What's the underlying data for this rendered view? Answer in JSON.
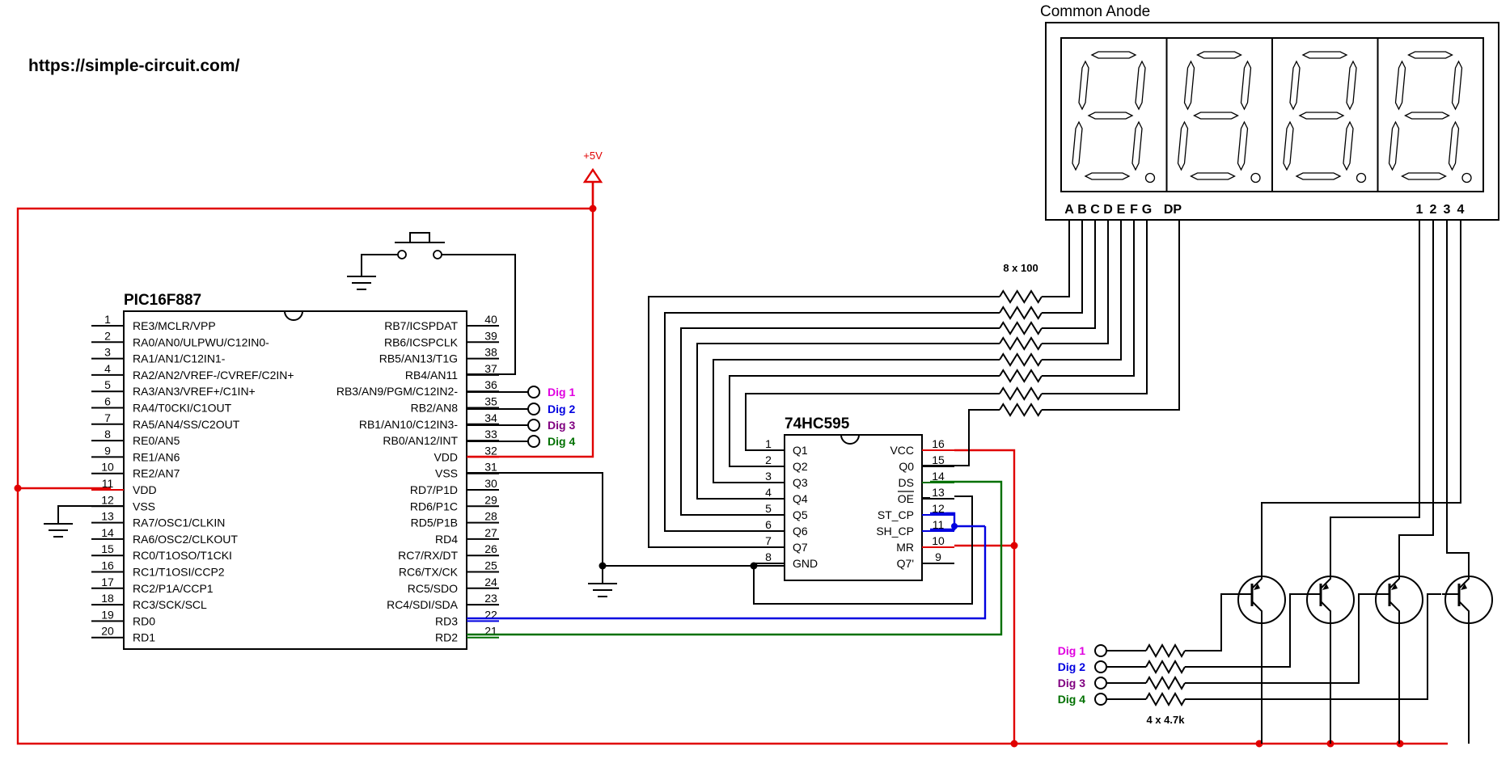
{
  "url_text": "https://simple-circuit.com/",
  "supply_label": "+5V",
  "mcu": {
    "name": "PIC16F887",
    "left_pins": [
      {
        "num": "1",
        "name": "RE3/MCLR/VPP"
      },
      {
        "num": "2",
        "name": "RA0/AN0/ULPWU/C12IN0-"
      },
      {
        "num": "3",
        "name": "RA1/AN1/C12IN1-"
      },
      {
        "num": "4",
        "name": "RA2/AN2/VREF-/CVREF/C2IN+"
      },
      {
        "num": "5",
        "name": "RA3/AN3/VREF+/C1IN+"
      },
      {
        "num": "6",
        "name": "RA4/T0CKI/C1OUT"
      },
      {
        "num": "7",
        "name": "RA5/AN4/SS/C2OUT"
      },
      {
        "num": "8",
        "name": "RE0/AN5"
      },
      {
        "num": "9",
        "name": "RE1/AN6"
      },
      {
        "num": "10",
        "name": "RE2/AN7"
      },
      {
        "num": "11",
        "name": "VDD"
      },
      {
        "num": "12",
        "name": "VSS"
      },
      {
        "num": "13",
        "name": "RA7/OSC1/CLKIN"
      },
      {
        "num": "14",
        "name": "RA6/OSC2/CLKOUT"
      },
      {
        "num": "15",
        "name": "RC0/T1OSO/T1CKI"
      },
      {
        "num": "16",
        "name": "RC1/T1OSI/CCP2"
      },
      {
        "num": "17",
        "name": "RC2/P1A/CCP1"
      },
      {
        "num": "18",
        "name": "RC3/SCK/SCL"
      },
      {
        "num": "19",
        "name": "RD0"
      },
      {
        "num": "20",
        "name": "RD1"
      }
    ],
    "right_pins": [
      {
        "num": "40",
        "name": "RB7/ICSPDAT"
      },
      {
        "num": "39",
        "name": "RB6/ICSPCLK"
      },
      {
        "num": "38",
        "name": "RB5/AN13/T1G"
      },
      {
        "num": "37",
        "name": "RB4/AN11"
      },
      {
        "num": "36",
        "name": "RB3/AN9/PGM/C12IN2-"
      },
      {
        "num": "35",
        "name": "RB2/AN8"
      },
      {
        "num": "34",
        "name": "RB1/AN10/C12IN3-"
      },
      {
        "num": "33",
        "name": "RB0/AN12/INT"
      },
      {
        "num": "32",
        "name": "VDD"
      },
      {
        "num": "31",
        "name": "VSS"
      },
      {
        "num": "30",
        "name": "RD7/P1D"
      },
      {
        "num": "29",
        "name": "RD6/P1C"
      },
      {
        "num": "28",
        "name": "RD5/P1B"
      },
      {
        "num": "27",
        "name": "RD4"
      },
      {
        "num": "26",
        "name": "RC7/RX/DT"
      },
      {
        "num": "25",
        "name": "RC6/TX/CK"
      },
      {
        "num": "24",
        "name": "RC5/SDO"
      },
      {
        "num": "23",
        "name": "RC4/SDI/SDA"
      },
      {
        "num": "22",
        "name": "RD3"
      },
      {
        "num": "21",
        "name": "RD2"
      }
    ]
  },
  "shift_register": {
    "name": "74HC595",
    "left_pins": [
      {
        "num": "1",
        "name": "Q1"
      },
      {
        "num": "2",
        "name": "Q2"
      },
      {
        "num": "3",
        "name": "Q3"
      },
      {
        "num": "4",
        "name": "Q4"
      },
      {
        "num": "5",
        "name": "Q5"
      },
      {
        "num": "6",
        "name": "Q6"
      },
      {
        "num": "7",
        "name": "Q7"
      },
      {
        "num": "8",
        "name": "GND"
      }
    ],
    "right_pins": [
      {
        "num": "16",
        "name": "VCC"
      },
      {
        "num": "15",
        "name": "Q0"
      },
      {
        "num": "14",
        "name": "DS"
      },
      {
        "num": "13",
        "name": "OE"
      },
      {
        "num": "12",
        "name": "ST_CP"
      },
      {
        "num": "11",
        "name": "SH_CP"
      },
      {
        "num": "10",
        "name": "MR"
      },
      {
        "num": "9",
        "name": "Q7'"
      }
    ]
  },
  "display": {
    "title": "Common Anode",
    "segment_labels": [
      "A",
      "B",
      "C",
      "D",
      "E",
      "F",
      "G",
      "DP"
    ],
    "digit_labels": [
      "1",
      "2",
      "3",
      "4"
    ]
  },
  "segment_resistors_label": "8 x 100",
  "base_resistors_label": "4 x 4.7k",
  "digit_nets": [
    "Dig 1",
    "Dig 2",
    "Dig 3",
    "Dig 4"
  ],
  "colors": {
    "wire": "#000000",
    "power": "#e00000",
    "clock": "#0000e0",
    "data": "#007000",
    "dig1": "#e000e0",
    "dig2": "#0000e0",
    "dig3": "#800080",
    "dig4": "#007000"
  }
}
